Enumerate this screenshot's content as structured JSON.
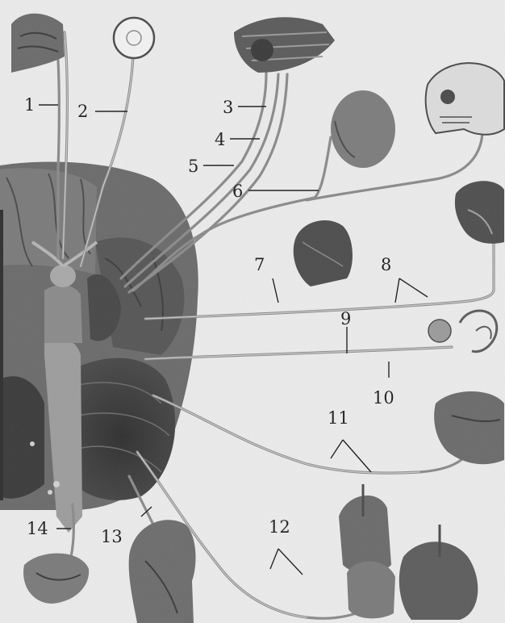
{
  "labels": {
    "n1": "1",
    "n2": "2",
    "n3": "3",
    "n4": "4",
    "n5": "5",
    "n6": "6",
    "n7": "7",
    "n8": "8",
    "n9": "9",
    "n10": "10",
    "n11": "11",
    "n12": "12",
    "n13": "13",
    "n14": "14"
  },
  "colors": {
    "background": "#ebebeb",
    "brain": "#5e5e5e",
    "nerve": "#8a8a8a",
    "text": "#1e1e1e"
  }
}
